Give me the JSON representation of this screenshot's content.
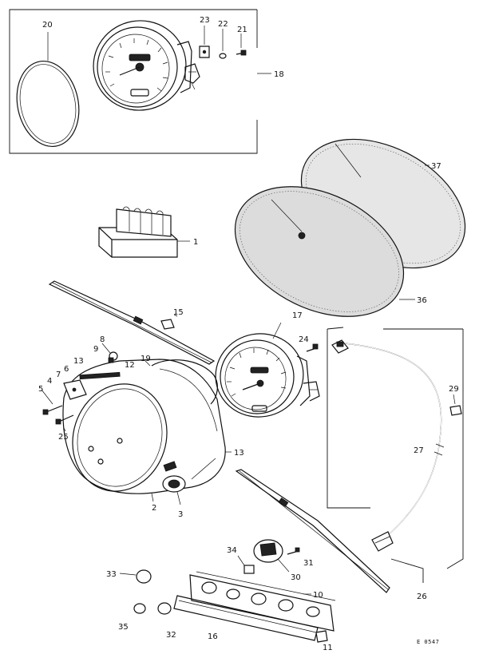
{
  "callouts": [
    {
      "id": "c20",
      "text": "20"
    },
    {
      "id": "c23",
      "text": "23"
    },
    {
      "id": "c22",
      "text": "22"
    },
    {
      "id": "c21",
      "text": "21"
    },
    {
      "id": "c18",
      "text": "18"
    },
    {
      "id": "c37",
      "text": "37"
    },
    {
      "id": "c1",
      "text": "1"
    },
    {
      "id": "c36",
      "text": "36"
    },
    {
      "id": "c15",
      "text": "15"
    },
    {
      "id": "c17",
      "text": "17"
    },
    {
      "id": "c8",
      "text": "8"
    },
    {
      "id": "c9",
      "text": "9"
    },
    {
      "id": "c19",
      "text": "19"
    },
    {
      "id": "c24",
      "text": "24"
    },
    {
      "id": "c13a",
      "text": "13"
    },
    {
      "id": "c12",
      "text": "12"
    },
    {
      "id": "c6",
      "text": "6"
    },
    {
      "id": "c7",
      "text": "7"
    },
    {
      "id": "c4",
      "text": "4"
    },
    {
      "id": "c5",
      "text": "5"
    },
    {
      "id": "c29",
      "text": "29"
    },
    {
      "id": "c25",
      "text": "25"
    },
    {
      "id": "c13b",
      "text": "13"
    },
    {
      "id": "c27",
      "text": "27"
    },
    {
      "id": "c2",
      "text": "2"
    },
    {
      "id": "c3",
      "text": "3"
    },
    {
      "id": "c34",
      "text": "34"
    },
    {
      "id": "c31",
      "text": "31"
    },
    {
      "id": "c30",
      "text": "30"
    },
    {
      "id": "c33",
      "text": "33"
    },
    {
      "id": "c10",
      "text": "10"
    },
    {
      "id": "c26",
      "text": "26"
    },
    {
      "id": "c35",
      "text": "35"
    },
    {
      "id": "c32",
      "text": "32"
    },
    {
      "id": "c16",
      "text": "16"
    },
    {
      "id": "c11",
      "text": "11"
    }
  ],
  "drawing_ref": "E 0547"
}
